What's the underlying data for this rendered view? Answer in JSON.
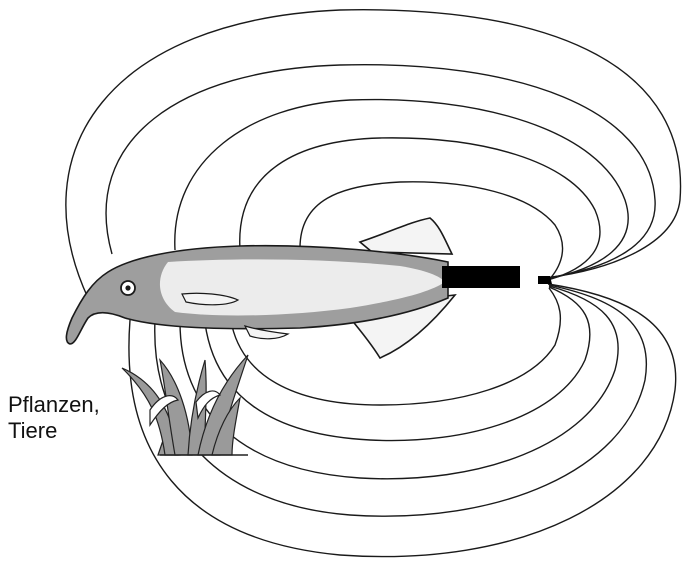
{
  "labels": {
    "line1": "Pflanzen,",
    "line2": "Tiere"
  },
  "colors": {
    "background": "#ffffff",
    "field_lines": "#1a1a1a",
    "body_dark": "#9e9e9e",
    "body_light": "#ececec",
    "fin": "#f4f4f4",
    "electric_organ": "#000000",
    "plants": "#9a9a9a"
  },
  "icons": [
    "electric-field-line",
    "elephantnose-fish",
    "electric-organ",
    "water-plant"
  ]
}
